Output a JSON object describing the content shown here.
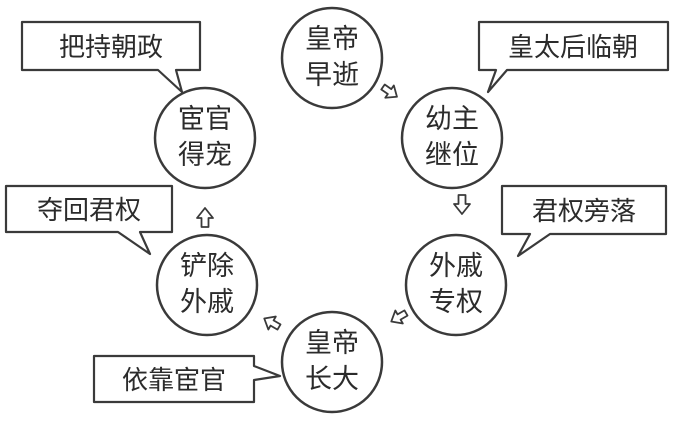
{
  "nodes": {
    "emperor_dies": {
      "line1": "皇帝",
      "line2": "早逝"
    },
    "child_succeeds": {
      "line1": "幼主",
      "line2": "继位"
    },
    "consort_power": {
      "line1": "外戚",
      "line2": "专权"
    },
    "emperor_grows": {
      "line1": "皇帝",
      "line2": "长大"
    },
    "remove_consort": {
      "line1": "铲除",
      "line2": "外戚"
    },
    "eunuch_favored": {
      "line1": "宦官",
      "line2": "得宠"
    }
  },
  "callouts": {
    "empress_dowager": "皇太后临朝",
    "power_declines": "君权旁落",
    "rely_eunuchs": "依靠宦官",
    "regain_power": "夺回君权",
    "control_court": "把持朝政"
  },
  "colors": {
    "stroke": "#3a3a3a",
    "text": "#2b2b2b",
    "background": "#ffffff"
  }
}
